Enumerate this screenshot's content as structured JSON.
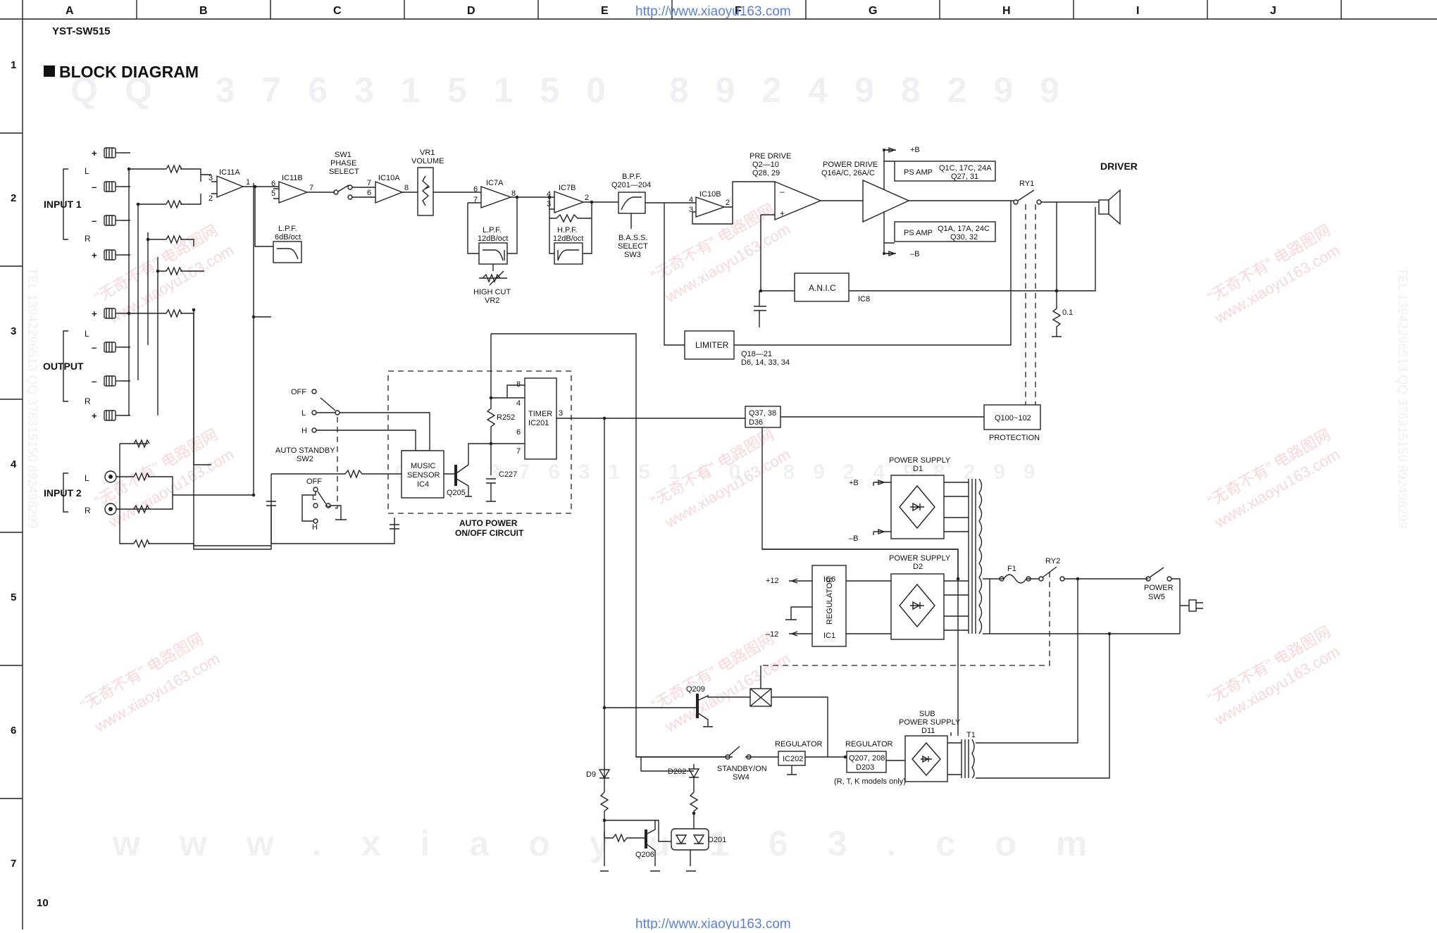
{
  "page": {
    "model": "YST-SW515",
    "title": "BLOCK DIAGRAM",
    "page_number": "10",
    "url": "http://www.xiaoyu163.com",
    "watermark_digits_top": "QQ 376315150  892498299",
    "watermark_digits_mid": "QQ 376315150  892498299",
    "watermark_bottom": "www.xiaoyu163.com",
    "watermark_cn": "“无奇不有”  电路图网",
    "watermark_cn_url": "www.xiaoyu163.com",
    "watermark_vertical_left": "TEL 13942296513   QQ 376315150   892498299",
    "watermark_vertical_right": "TEL 13942296513   QQ 376315150   892498299"
  },
  "grid": {
    "columns": [
      "A",
      "B",
      "C",
      "D",
      "E",
      "F",
      "G",
      "H",
      "I",
      "J"
    ],
    "rows": [
      "1",
      "2",
      "3",
      "4",
      "5",
      "6",
      "7"
    ]
  },
  "diagram": {
    "terminals": {
      "input1": "INPUT 1",
      "output": "OUTPUT",
      "input2": "INPUT 2",
      "L": "L",
      "R": "R",
      "plus": "+",
      "minus": "–"
    },
    "blocks": {
      "ic11a": "IC11A",
      "ic11b": "IC11B",
      "lpf1_title": "L.P.F.",
      "lpf1_sub": "6dB/oct",
      "sw1_a": "SW1",
      "sw1_b": "PHASE",
      "sw1_c": "SELECT",
      "ic10a": "IC10A",
      "vr1_a": "VR1",
      "vr1_b": "VOLUME",
      "ic7a": "IC7A",
      "lpf2_title": "L.P.F.",
      "lpf2_sub": "12dB/oct",
      "highcut_a": "HIGH CUT",
      "highcut_b": "VR2",
      "ic7b": "IC7B",
      "hpf_title": "H.P.F.",
      "hpf_sub": "12dB/oct",
      "bpf_a": "B.P.F.",
      "bpf_b": "Q201—204",
      "bass_a": "B.A.S.S.",
      "bass_b": "SELECT",
      "bass_c": "SW3",
      "ic10b": "IC10B",
      "predrive_a": "PRE DRIVE",
      "predrive_b": "Q2—10",
      "predrive_c": "Q28, 29",
      "powerdrive_a": "POWER DRIVE",
      "powerdrive_b": "Q16A/C, 26A/C",
      "psamp": "PS AMP",
      "psamp1_a": "Q1C, 17C, 24A",
      "psamp1_b": "Q27, 31",
      "psamp2_a": "Q1A, 17A, 24C",
      "psamp2_b": "Q30, 32",
      "plusB": "+B",
      "minusB": "–B",
      "driver": "DRIVER",
      "ry1": "RY1",
      "anic": "A.N.I.C",
      "ic8": "IC8",
      "r01": "0.1",
      "limiter": "LIMITER",
      "limiter_q_a": "Q18—21",
      "limiter_q_b": "D6, 14, 33, 34",
      "q37_a": "Q37, 38",
      "q37_b": "D36",
      "protection_box": "Q100~102",
      "protection": "PROTECTION",
      "off": "OFF",
      "L": "L",
      "H": "H",
      "auto_standby_a": "AUTO STANDBY",
      "auto_standby_b": "SW2",
      "music_a": "MUSIC",
      "music_b": "SENSOR",
      "music_c": "IC4",
      "q205": "Q205",
      "r252": "R252",
      "c227": "C227",
      "timer_a": "TIMER",
      "timer_b": "IC201",
      "autopower_a": "AUTO POWER",
      "autopower_b": "ON/OFF CIRCUIT",
      "ps1_a": "POWER SUPPLY",
      "ps1_b": "D1",
      "ps2_a": "POWER SUPPLY",
      "ps2_b": "D2",
      "plus12": "+12",
      "minus12": "–12",
      "ic6": "IC6",
      "regulator": "REGULATOR",
      "ic1": "IC1",
      "f1": "F1",
      "ry2": "RY2",
      "power_a": "POWER",
      "power_b": "SW5",
      "q209": "Q209",
      "d9": "D9",
      "d202": "D202",
      "standby_a": "STANDBY/ON",
      "standby_b": "SW4",
      "reg1": "REGULATOR",
      "ic202": "IC202",
      "reg2": "REGULATOR",
      "reg2_a": "Q207, 208",
      "reg2_b": "D203",
      "models": "(R, T, K models only)",
      "sub_a": "SUB",
      "sub_b": "POWER SUPPLY",
      "sub_c": "D11",
      "t1": "T1",
      "q206": "Q206",
      "d201": "D201"
    },
    "pins": {
      "p1": "1",
      "p2": "2",
      "p3": "3",
      "p4": "4",
      "p5": "5",
      "p6": "6",
      "p7": "7",
      "p8": "8"
    }
  }
}
